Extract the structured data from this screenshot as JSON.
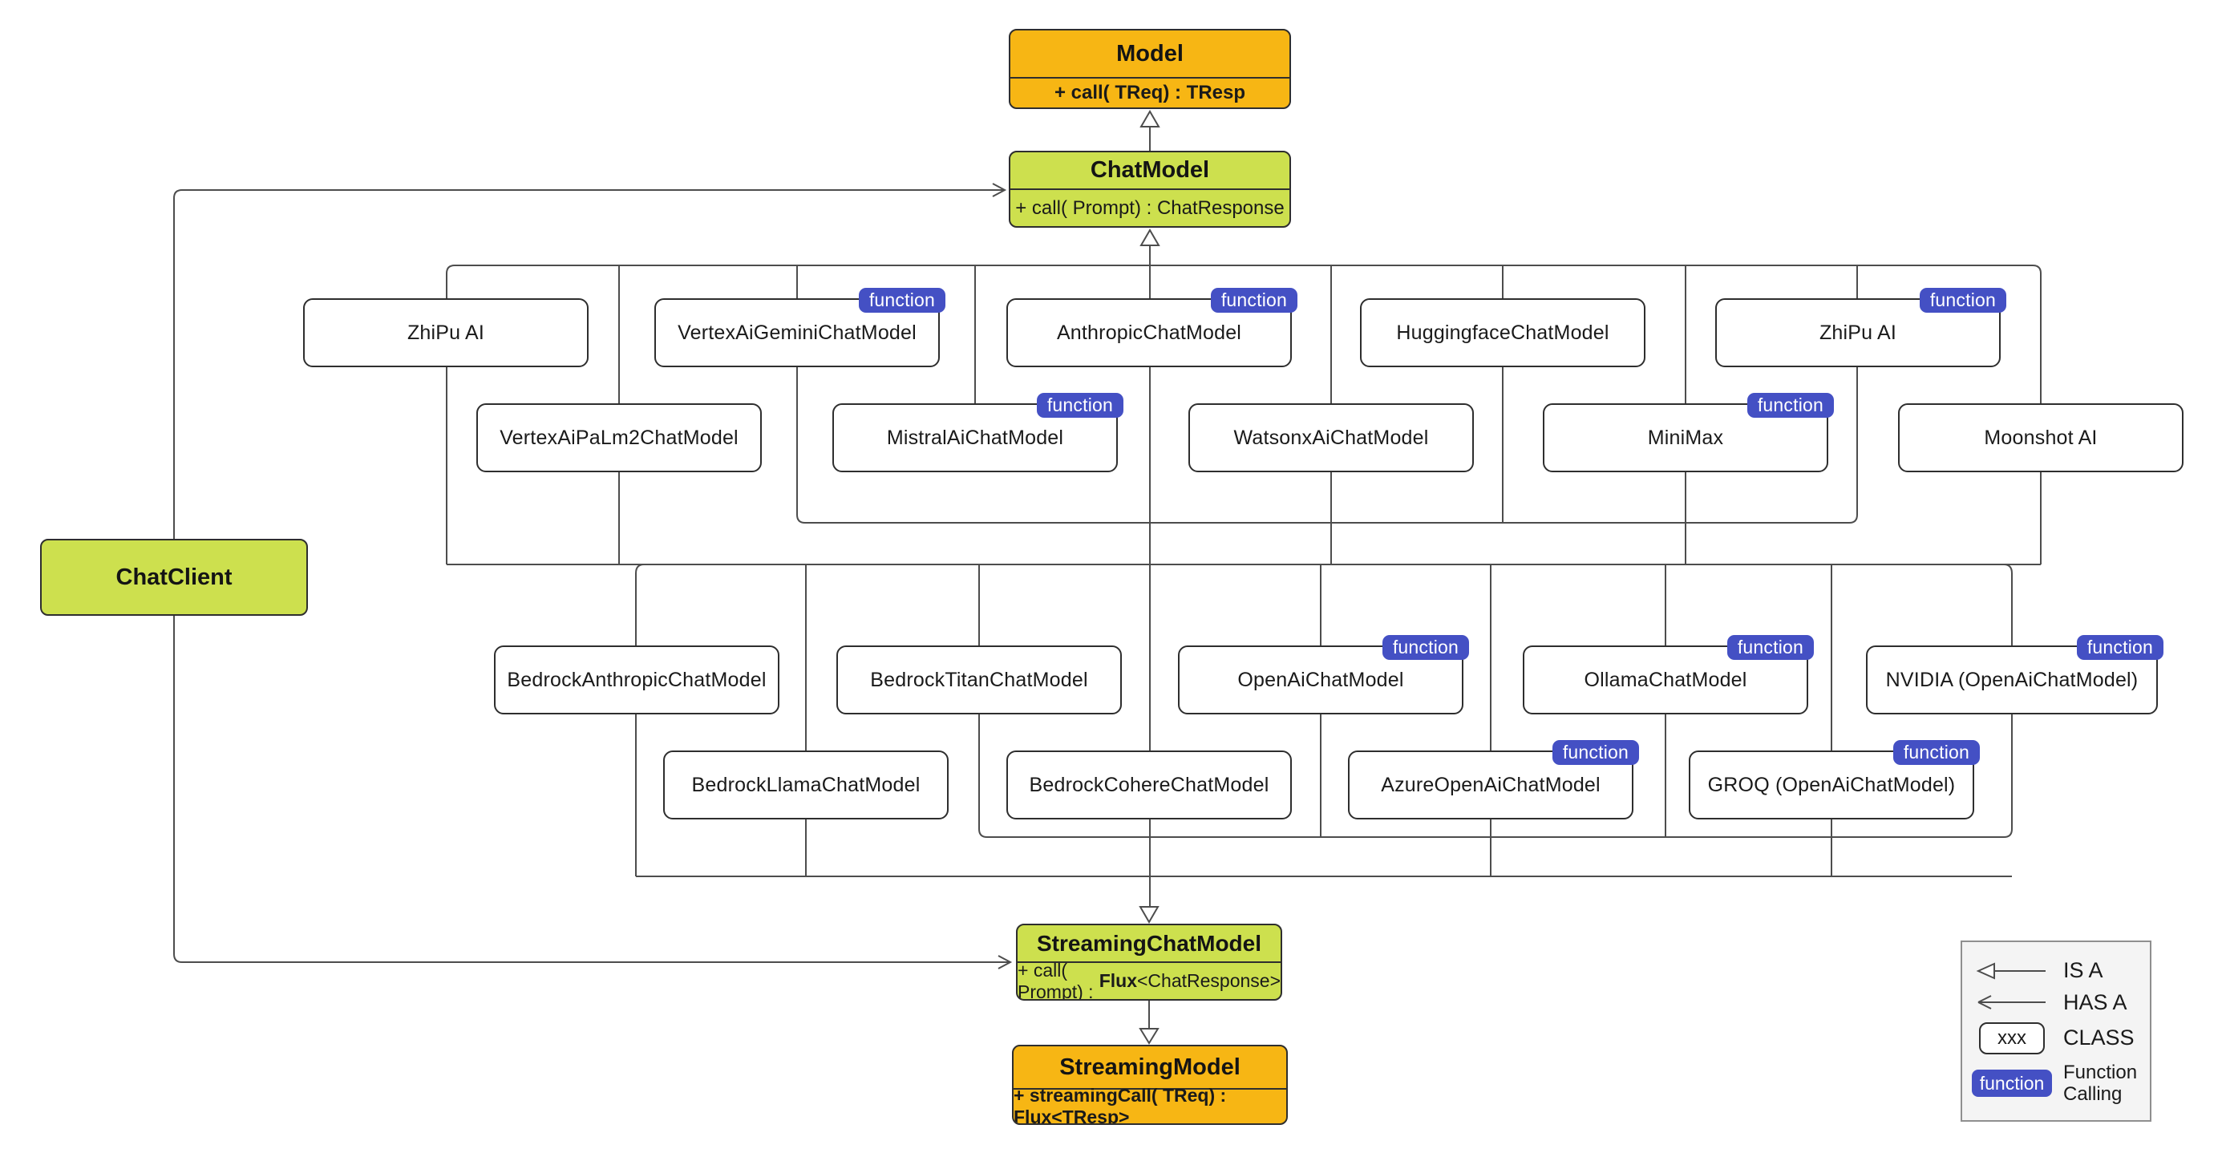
{
  "diagram": {
    "classes": {
      "model": {
        "title": "Model",
        "method": [
          {
            "t": "+ call( TReq) : TResp",
            "b": true
          }
        ]
      },
      "chat_model": {
        "title": "ChatModel",
        "method": [
          {
            "t": "+ call( Prompt) : ChatResponse",
            "b": false
          }
        ]
      },
      "chat_client": {
        "title": "ChatClient"
      },
      "streaming_chat_model": {
        "title": "StreamingChatModel",
        "method": [
          {
            "t": "+ call( Prompt) : ",
            "b": false
          },
          {
            "t": "Flux",
            "b": true
          },
          {
            "t": "<ChatResponse>",
            "b": false
          }
        ]
      },
      "streaming_model": {
        "title": "StreamingModel",
        "method": [
          {
            "t": "+ streamingCall( TReq) : Flux<TResp>",
            "b": true
          }
        ]
      }
    },
    "badge_label": "function",
    "nodes": [
      {
        "label": "ZhiPu AI",
        "function_calling": false
      },
      {
        "label": "VertexAiGeminiChatModel",
        "function_calling": true
      },
      {
        "label": "AnthropicChatModel",
        "function_calling": true
      },
      {
        "label": "HuggingfaceChatModel",
        "function_calling": false
      },
      {
        "label": "ZhiPu AI",
        "function_calling": true
      },
      {
        "label": "VertexAiPaLm2ChatModel",
        "function_calling": false
      },
      {
        "label": "MistralAiChatModel",
        "function_calling": true
      },
      {
        "label": "WatsonxAiChatModel",
        "function_calling": false
      },
      {
        "label": "MiniMax",
        "function_calling": true
      },
      {
        "label": "Moonshot AI",
        "function_calling": false
      },
      {
        "label": "BedrockAnthropicChatModel",
        "function_calling": false
      },
      {
        "label": "BedrockTitanChatModel",
        "function_calling": false
      },
      {
        "label": "OpenAiChatModel",
        "function_calling": true
      },
      {
        "label": "OllamaChatModel",
        "function_calling": true
      },
      {
        "label": "NVIDIA (OpenAiChatModel)",
        "function_calling": true
      },
      {
        "label": "BedrockLlamaChatModel",
        "function_calling": false
      },
      {
        "label": "BedrockCohereChatModel",
        "function_calling": false
      },
      {
        "label": "AzureOpenAiChatModel",
        "function_calling": true
      },
      {
        "label": "GROQ (OpenAiChatModel)",
        "function_calling": true
      }
    ],
    "legend": {
      "is_a": "IS A",
      "has_a": "HAS A",
      "class_sample": "xxx",
      "class_label": "CLASS",
      "function_sample": "function",
      "function_label": "Function Calling"
    },
    "colors": {
      "orange": "#F7B614",
      "green": "#CDE04E",
      "badge": "#4450C4",
      "line": "#4d4d4d"
    }
  }
}
